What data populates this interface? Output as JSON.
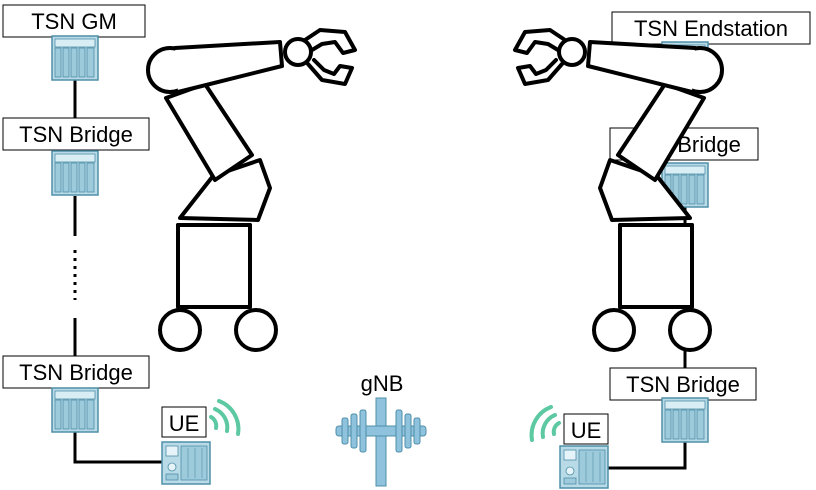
{
  "labels": {
    "left_gm": "TSN GM",
    "left_bridge_top": "TSN Bridge",
    "left_bridge_bottom": "TSN Bridge",
    "left_ue": "UE",
    "right_endstation": "TSN Endstation",
    "right_bridge_top": "TSN Bridge",
    "right_bridge_bottom": "TSN Bridge",
    "right_ue": "UE",
    "gnb": "gNB"
  },
  "colors": {
    "device_fill": "#b9dbe8",
    "device_stroke": "#4f8fa8",
    "wireless": "#5dc9a3",
    "gnb": "#8fc2dd",
    "line": "#000000"
  },
  "icons": {
    "switch": "industrial-switch-icon",
    "ue": "ue-device-icon",
    "wireless": "wireless-signal-icon",
    "antenna": "gnb-antenna-icon",
    "robot": "robot-arm-icon"
  }
}
